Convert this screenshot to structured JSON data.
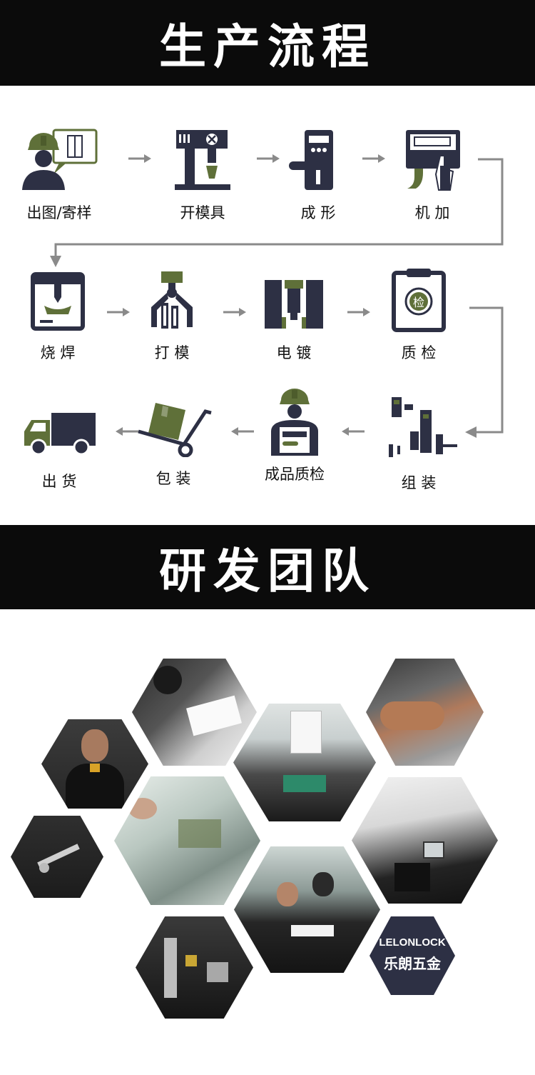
{
  "process": {
    "title": "生产流程",
    "steps": [
      {
        "label": "出图/寄样",
        "icon": "designer-icon"
      },
      {
        "label": "开模具",
        "icon": "mold-machine-icon"
      },
      {
        "label": "成 形",
        "icon": "forming-icon"
      },
      {
        "label": "机 加",
        "icon": "machining-icon"
      },
      {
        "label": "烧 焊",
        "icon": "welding-icon"
      },
      {
        "label": "打 模",
        "icon": "die-casting-icon"
      },
      {
        "label": "电 镀",
        "icon": "electroplating-icon"
      },
      {
        "label": "质 检",
        "icon": "quality-check-icon"
      },
      {
        "label": "组 装",
        "icon": "assembly-icon"
      },
      {
        "label": "成品质检",
        "icon": "final-inspection-icon"
      },
      {
        "label": "包 装",
        "icon": "packaging-icon"
      },
      {
        "label": "出 货",
        "icon": "shipping-truck-icon"
      }
    ],
    "icon_badge_text": "检"
  },
  "team": {
    "title": "研发团队",
    "logo": {
      "brand": "LELONLOCK",
      "name": "乐朗五金"
    }
  },
  "colors": {
    "navy": "#2d3044",
    "olive": "#5f7039",
    "arrow": "#8a8a8a",
    "banner": "#0b0b0b"
  }
}
